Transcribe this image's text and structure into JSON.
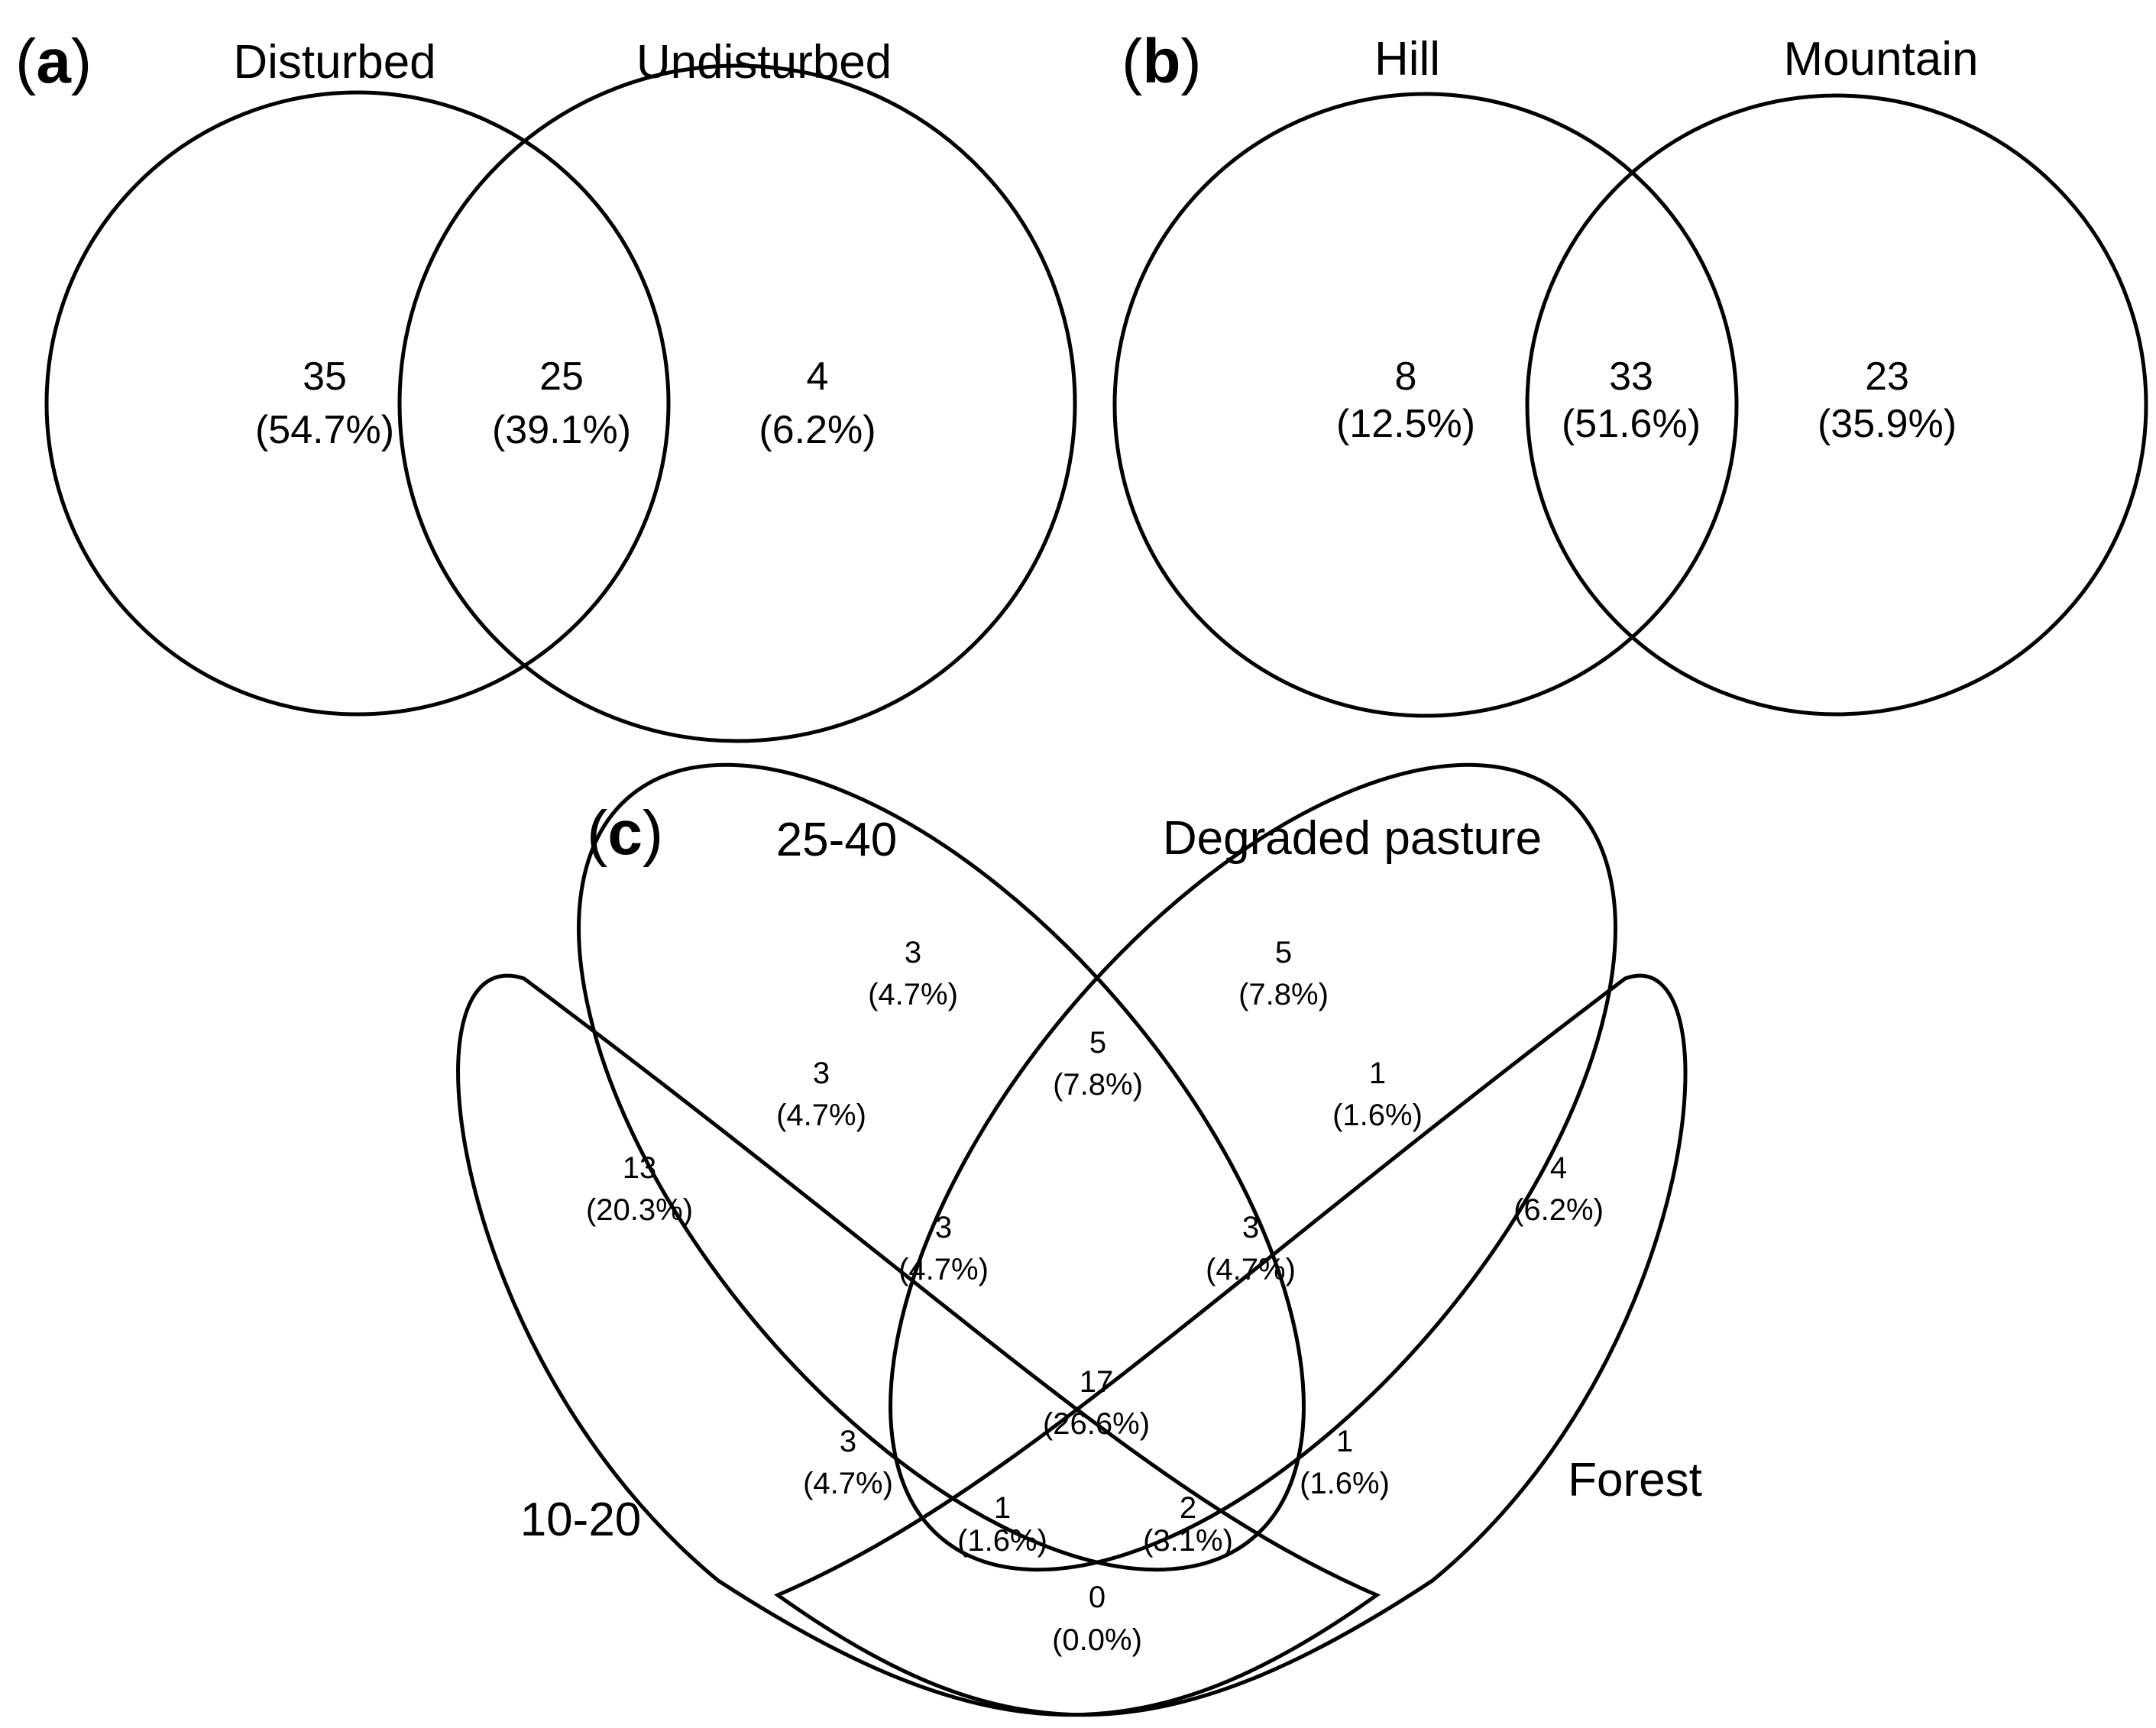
{
  "panels": [
    {
      "letter": "a",
      "sets": [
        "Disturbed",
        "Undisturbed"
      ],
      "regions": [
        {
          "key": "Disturbed only",
          "count": "35",
          "percent": "(54.7%)"
        },
        {
          "key": "Disturbed & Undisturbed",
          "count": "25",
          "percent": "(39.1%)"
        },
        {
          "key": "Undisturbed only",
          "count": "4",
          "percent": "(6.2%)"
        }
      ]
    },
    {
      "letter": "b",
      "sets": [
        "Hill",
        "Mountain"
      ],
      "regions": [
        {
          "key": "Hill only",
          "count": "8",
          "percent": "(12.5%)"
        },
        {
          "key": "Hill & Mountain",
          "count": "33",
          "percent": "(51.6%)"
        },
        {
          "key": "Mountain only",
          "count": "23",
          "percent": "(35.9%)"
        }
      ]
    },
    {
      "letter": "c",
      "sets": [
        "10-20",
        "25-40",
        "Degraded pasture",
        "Forest"
      ],
      "regions": [
        {
          "key": "25-40 only",
          "count": "3",
          "percent": "(4.7%)"
        },
        {
          "key": "Degraded pasture only",
          "count": "5",
          "percent": "(7.8%)"
        },
        {
          "key": "10-20 & 25-40",
          "count": "3",
          "percent": "(4.7%)"
        },
        {
          "key": "25-40 & Degraded pasture",
          "count": "5",
          "percent": "(7.8%)"
        },
        {
          "key": "Degraded pasture & Forest",
          "count": "1",
          "percent": "(1.6%)"
        },
        {
          "key": "10-20 only",
          "count": "13",
          "percent": "(20.3%)"
        },
        {
          "key": "10-20 & 25-40 & Degraded pasture",
          "count": "3",
          "percent": "(4.7%)"
        },
        {
          "key": "25-40 & Degraded pasture & Forest",
          "count": "3",
          "percent": "(4.7%)"
        },
        {
          "key": "Forest only",
          "count": "4",
          "percent": "(6.2%)"
        },
        {
          "key": "All four",
          "count": "17",
          "percent": "(26.6%)"
        },
        {
          "key": "10-20 & Degraded pasture",
          "count": "3",
          "percent": "(4.7%)"
        },
        {
          "key": "25-40 & Forest",
          "count": "1",
          "percent": "(1.6%)"
        },
        {
          "key": "10-20 & Degraded pasture & Forest",
          "count": "1",
          "percent": "(1.6%)"
        },
        {
          "key": "10-20 & 25-40 & Forest",
          "count": "2",
          "percent": "(3.1%)"
        },
        {
          "key": "10-20 & Forest",
          "count": "0",
          "percent": "(0.0%)"
        }
      ]
    }
  ]
}
